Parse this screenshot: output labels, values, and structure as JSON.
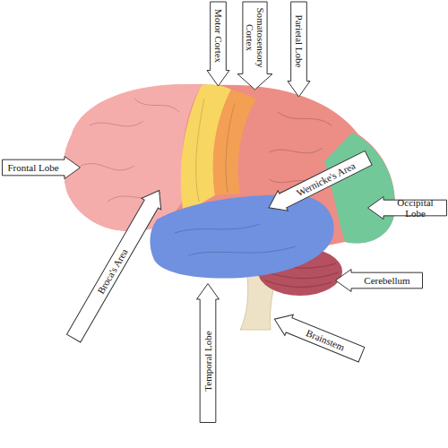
{
  "diagram": {
    "nodes": [
      {
        "text": [
          "Frontal Lobe"
        ]
      },
      {
        "text": [
          "Motor Cortex"
        ]
      },
      {
        "text": [
          "Somatosensory Cortex"
        ]
      },
      {
        "text": [
          "Parietal Lobe"
        ]
      },
      {
        "text": [
          "Wernicke's Area"
        ]
      },
      {
        "text": [
          "Occipital Lobe"
        ]
      },
      {
        "text": [
          "Broca's Area"
        ]
      },
      {
        "text": [
          "Cerebellum"
        ]
      },
      {
        "text": [
          "Temporal Lobe"
        ]
      },
      {
        "text": [
          "Brainstem"
        ]
      }
    ]
  }
}
